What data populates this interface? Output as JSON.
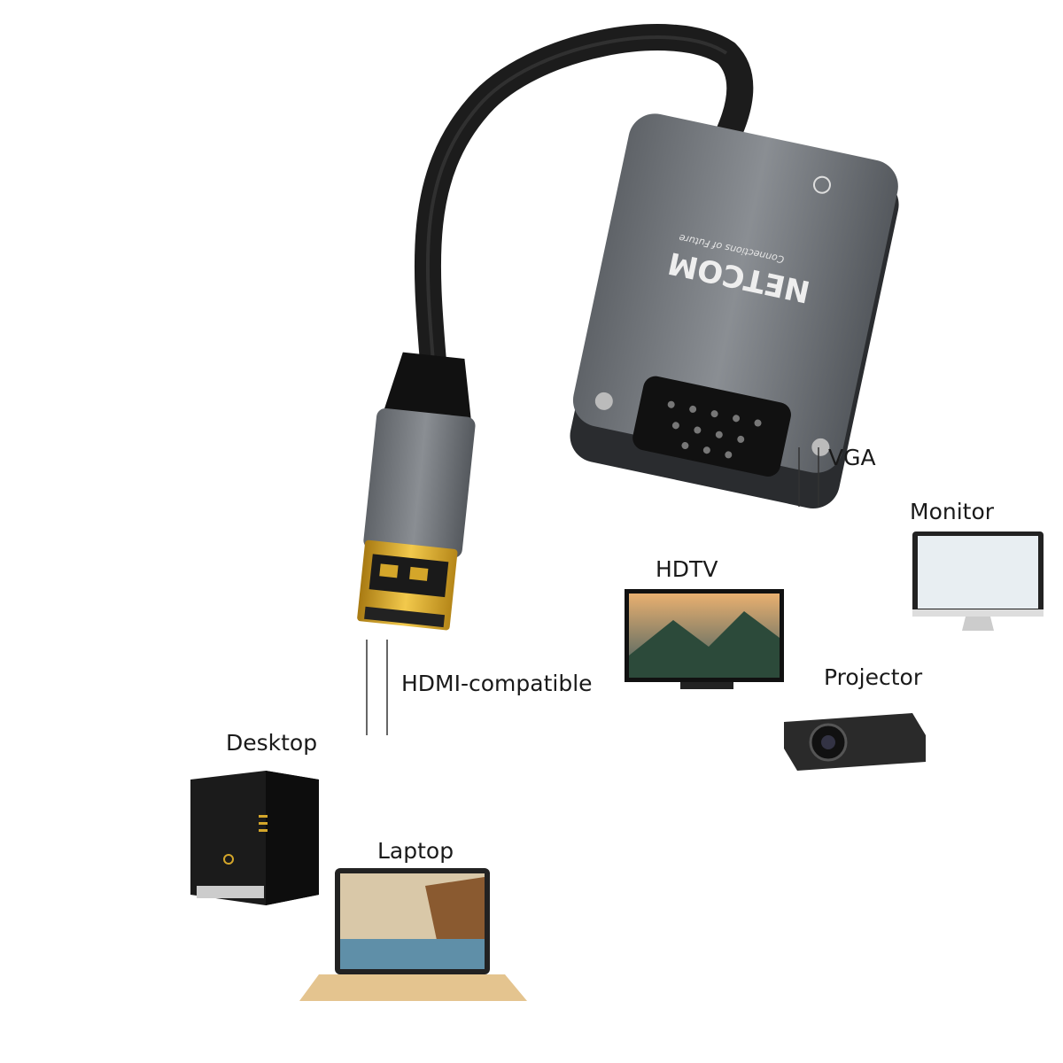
{
  "brand": {
    "logo": "NETCOM",
    "tagline": "Connections of Future"
  },
  "labels": {
    "vga": "VGA",
    "monitor": "Monitor",
    "hdtv": "HDTV",
    "projector": "Projector",
    "hdmi": "HDMI-compatible",
    "desktop": "Desktop",
    "laptop": "Laptop"
  },
  "colors": {
    "adapter": "#6f7378",
    "cable": "#1c1c1c",
    "gold": "#d4a62a"
  }
}
